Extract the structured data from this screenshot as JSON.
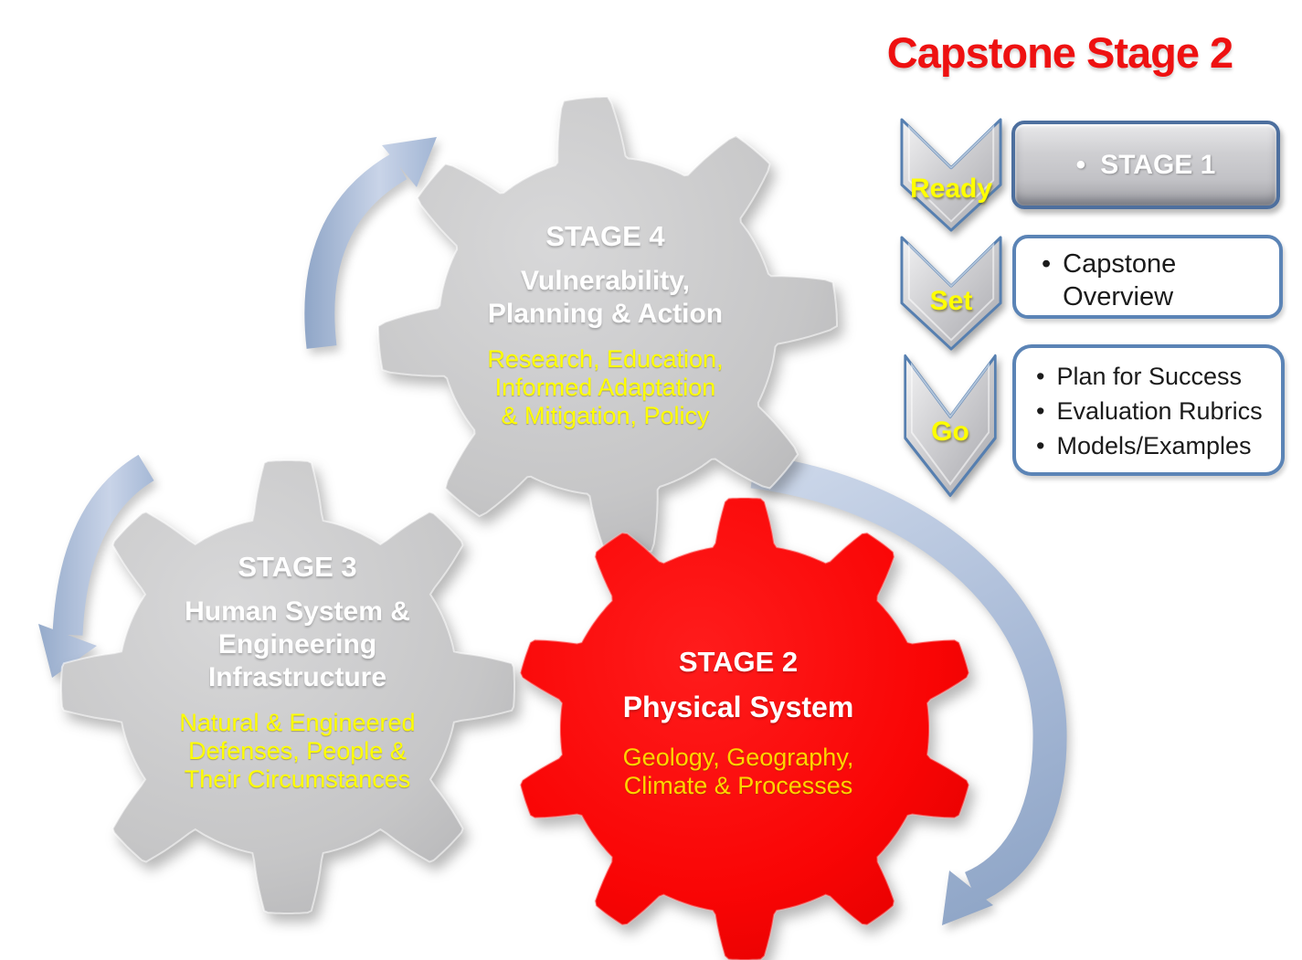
{
  "ui": {
    "bullet": "•"
  },
  "title": {
    "text": "Capstone Stage 2"
  },
  "colors": {
    "title_red": "#ee1111",
    "gear_red": "#f80404",
    "gear_gray": "#c4c4c5",
    "accent_blue": "#5b84b6",
    "arrow_blue": "#9db2d2",
    "gear_yellow": "#ffff00",
    "gear_gold": "#ffd400"
  },
  "gears": {
    "stage4": {
      "stage": "STAGE 4",
      "line1": "Vulnerability,",
      "line2": "Planning & Action",
      "sub1": "Research, Education,",
      "sub2": "Informed Adaptation",
      "sub3": "& Mitigation, Policy"
    },
    "stage3": {
      "stage": "STAGE 3",
      "line1": "Human System &",
      "line2": "Engineering",
      "line3": "Infrastructure",
      "sub1": "Natural & Engineered",
      "sub2": "Defenses, People &",
      "sub3": "Their Circumstances"
    },
    "stage2": {
      "stage": "STAGE 2",
      "line1": "Physical System",
      "sub1": "Geology, Geography,",
      "sub2": "Climate & Processes"
    }
  },
  "sequence": {
    "step1": {
      "label": "Ready",
      "item1": "STAGE 1"
    },
    "step2": {
      "label": "Set",
      "item1": "Capstone Overview"
    },
    "step3": {
      "label": "Go",
      "item1": "Plan for Success",
      "item2": "Evaluation Rubrics",
      "item3": "Models/Examples"
    }
  }
}
